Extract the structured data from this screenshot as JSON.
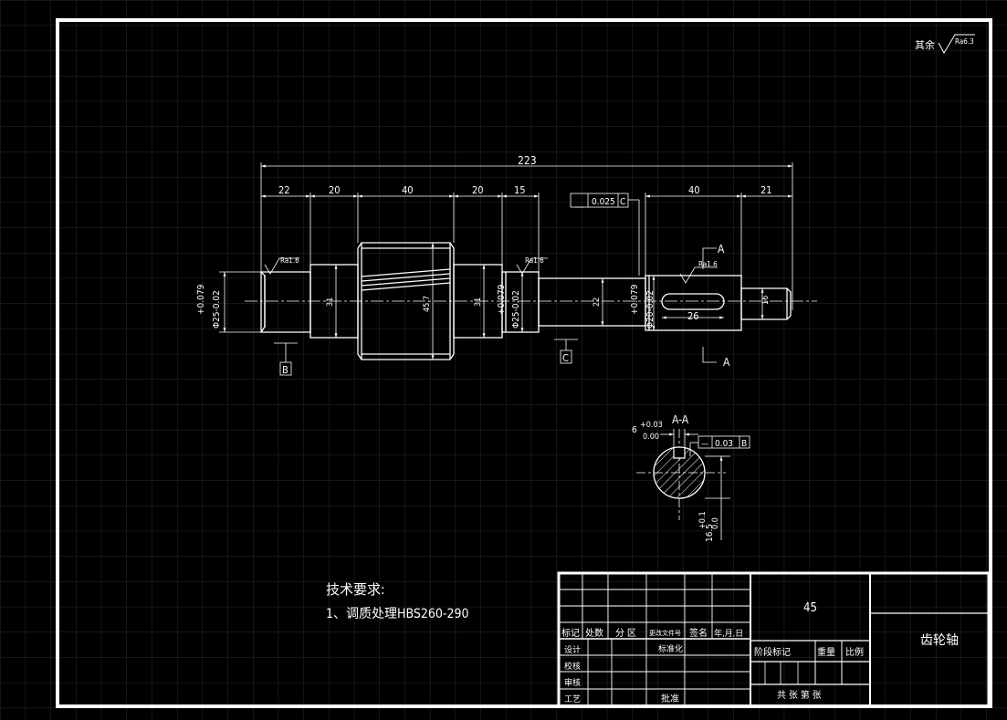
{
  "drawing": {
    "roughness_note": {
      "prefix": "其余",
      "value": "Ra6.3"
    },
    "overall_length": "223",
    "segment_lengths": [
      "22",
      "20",
      "40",
      "20",
      "15",
      "40",
      "21"
    ],
    "tolerance_frame_c": {
      "value": "0.025",
      "datum": "C"
    },
    "left_bearing": {
      "upper": "+0.079",
      "main": "Φ25-0.02"
    },
    "mid_bearing": {
      "upper": "+0.079",
      "main": "Φ25-0.02"
    },
    "right_journal": {
      "upper": "+0.079",
      "main": "Φ20-0.02"
    },
    "roughness_marks": [
      "Ra1.6",
      "Ra1.6",
      "Ra1.6"
    ],
    "shoulder_diameters": [
      "31",
      "31",
      "22"
    ],
    "gear_diameter": "45.7",
    "end_diameter": "16",
    "keyway_length": "26",
    "datums": [
      "B",
      "C"
    ],
    "section_marker": "A",
    "section": {
      "title": "A-A",
      "width_prefix": "6",
      "width_upper": "+0.03",
      "width_lower": "0.00",
      "frame_value": "0.03",
      "frame_datum": "B",
      "depth_main": "16.5",
      "depth_upper": "+0.1",
      "depth_lower": "0.0"
    }
  },
  "tech": {
    "heading": "技术要求:",
    "items": [
      "1、调质处理HBS260-290"
    ]
  },
  "title_block": {
    "material": "45",
    "part_name": "齿轮轴",
    "row_labels": [
      "标记",
      "处数",
      "分 区",
      "更改文件号",
      "签名",
      "年,月,日"
    ],
    "left_labels": [
      "设计",
      "校核",
      "审核",
      "工艺"
    ],
    "standardization": "标准化",
    "approve": "批准",
    "stage_mark": "阶段标记",
    "weight": "重量",
    "scale": "比例",
    "sheets": "共  张  第  张"
  },
  "colors": {
    "background": "#000000",
    "grid": "#2b2b2b",
    "lines": "#ffffff"
  }
}
